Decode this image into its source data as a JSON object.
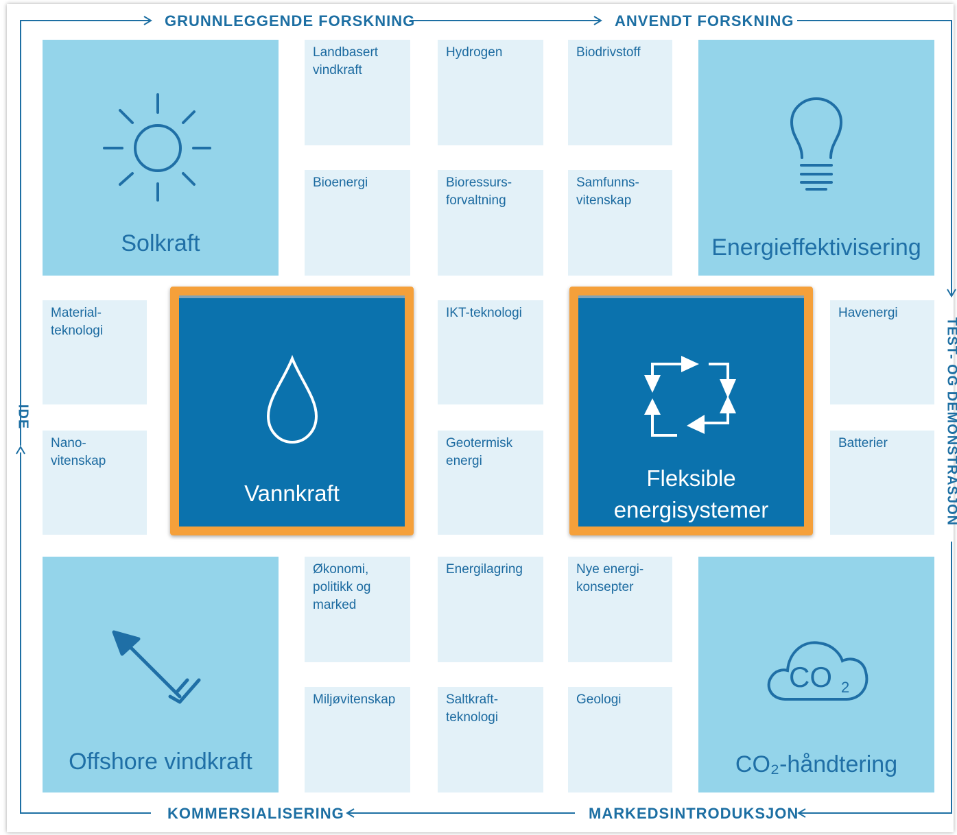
{
  "edges": {
    "top_left": "GRUNNLEGGENDE FORSKNING",
    "top_right": "ANVENDT FORSKNING",
    "right": "TEST- OG DEMONSTRASJON",
    "bottom_right": "MARKEDSINTRODUKSJON",
    "bottom_left": "KOMMERSIALISERING",
    "left": "IDE"
  },
  "big_tiles": {
    "solkraft": "Solkraft",
    "energieffektivisering": "Energieffektivisering",
    "offshore": "Offshore vindkraft",
    "co2": "CO₂-håndtering",
    "co2_icon_text": "CO"
  },
  "highlighted_tiles": {
    "vannkraft": "Vannkraft",
    "fleksible": "Fleksible\nenergisystemer"
  },
  "small_tiles": {
    "landbasert": "Landbasert\nvindkraft",
    "hydrogen": "Hydrogen",
    "biodrivstoff": "Biodrivstoff",
    "bioenergi": "Bioenergi",
    "bioressurs": "Bioressurs-\nforvaltning",
    "samfunn": "Samfunns-\nvitenskap",
    "material": "Material-\nteknologi",
    "ikt": "IKT-teknologi",
    "havenergi": "Havenergi",
    "nano": "Nano-\nvitenskap",
    "geotermisk": "Geotermisk\nenergi",
    "batterier": "Batterier",
    "okonomi": "Økonomi,\npolitikk og\nmarked",
    "energilagring": "Energilagring",
    "nye": "Nye energi-\nkonsepter",
    "miljo": "Miljøvitenskap",
    "saltkraft": "Saltkraft-\nteknologi",
    "geologi": "Geologi"
  },
  "colors": {
    "accent": "#1d6fa3",
    "big_tile": "#94d4ea",
    "small_tile": "#e3f1f8",
    "highlight_tile": "#0b72ad",
    "highlight_border": "#f5a03a"
  },
  "icons": [
    "sun-icon",
    "lightbulb-icon",
    "water-drop-icon",
    "cycle-arrows-icon",
    "wind-turbine-icon",
    "co2-cloud-icon"
  ]
}
